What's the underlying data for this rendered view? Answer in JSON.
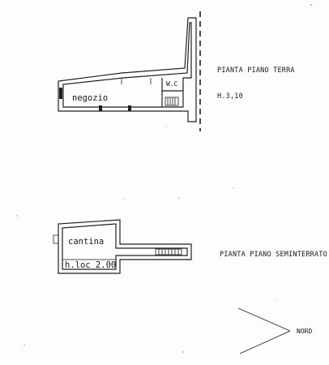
{
  "ground_floor": {
    "title": "PIANTA PIANO TERRA",
    "height": "H.3,10",
    "rooms": {
      "shop": "negozio",
      "wc": "W.C"
    }
  },
  "basement_floor": {
    "title": "PIANTA PIANO SEMINTERRATO",
    "rooms": {
      "cellar": "cantina",
      "height": "h.loc 2.00"
    }
  },
  "north_arrow": {
    "label": "NORD"
  }
}
